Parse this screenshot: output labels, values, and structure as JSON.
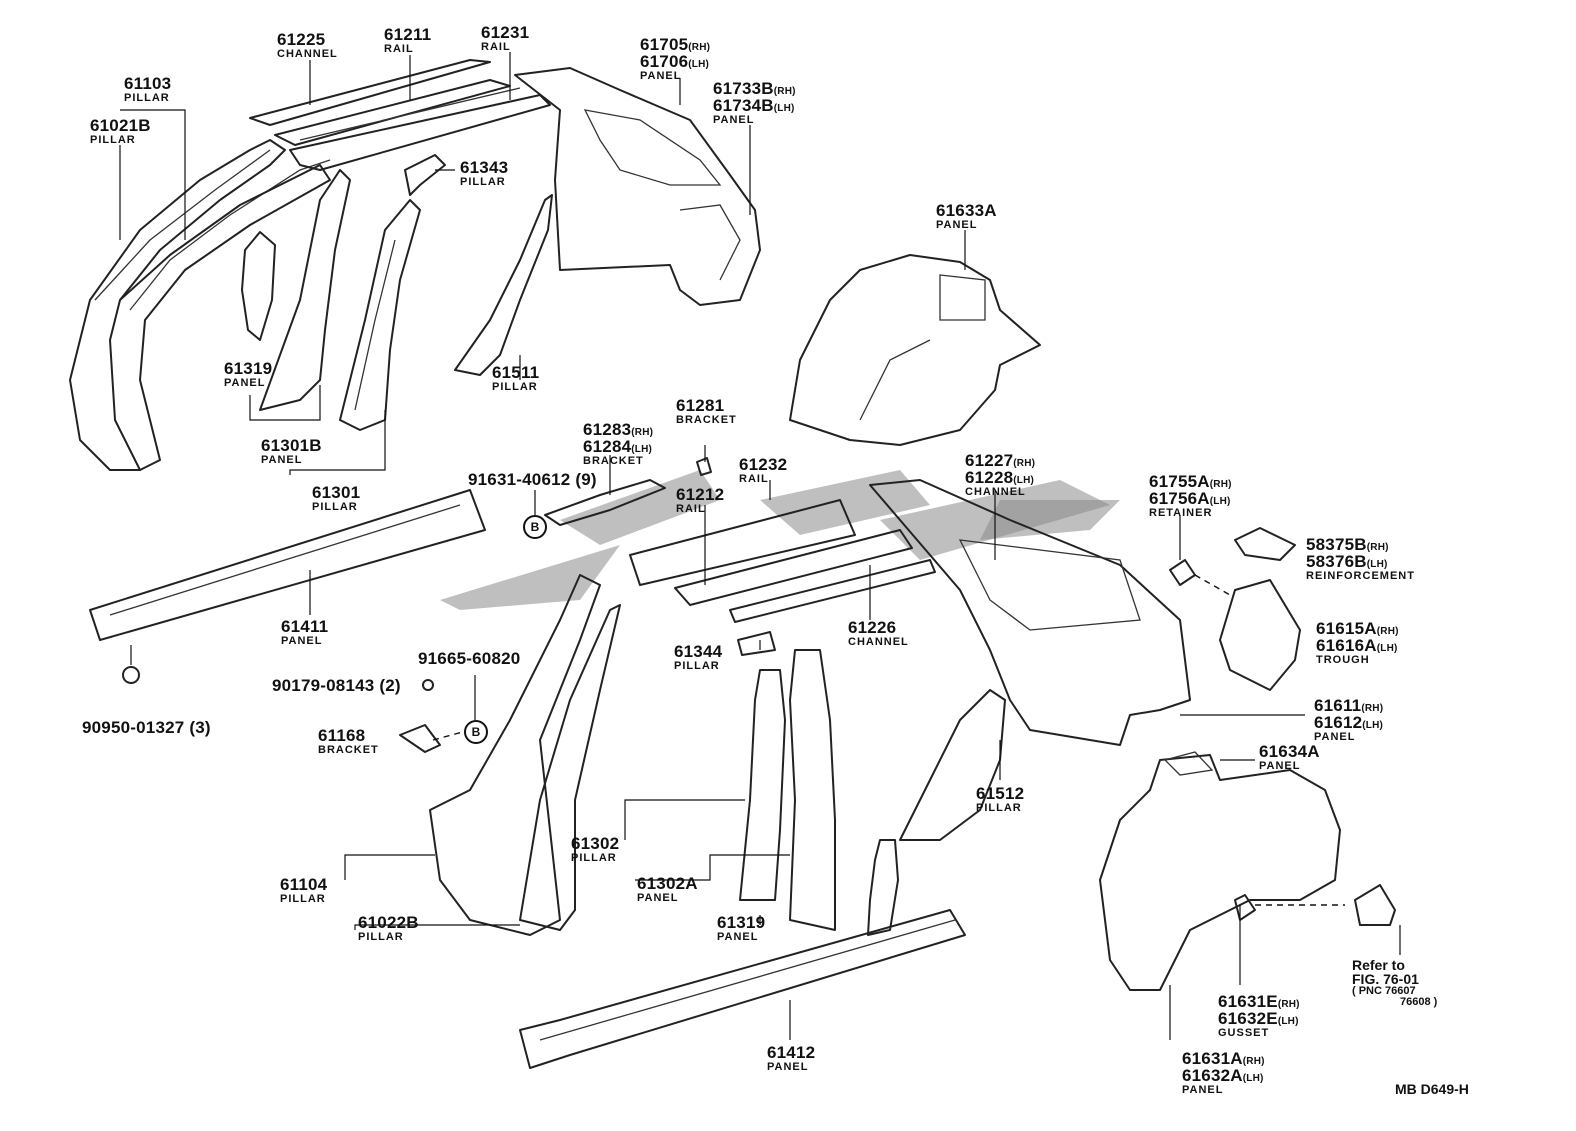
{
  "labels": [
    {
      "id": "l1",
      "num": "61225",
      "name": "CHANNEL"
    },
    {
      "id": "l2",
      "num": "61211",
      "name": "RAIL"
    },
    {
      "id": "l3",
      "num": "61231",
      "name": "RAIL"
    },
    {
      "id": "l4",
      "num1": "61705",
      "tag1": "(RH)",
      "num2": "61706",
      "tag2": "(LH)",
      "name": "PANEL"
    },
    {
      "id": "l5",
      "num1": "61733B",
      "tag1": "(RH)",
      "num2": "61734B",
      "tag2": "(LH)",
      "name": "PANEL"
    },
    {
      "id": "l6",
      "num": "61103",
      "name": "PILLAR"
    },
    {
      "id": "l7",
      "num": "61021B",
      "name": "PILLAR"
    },
    {
      "id": "l8",
      "num": "61343",
      "name": "PILLAR"
    },
    {
      "id": "l9",
      "num": "61633A",
      "name": "PANEL"
    },
    {
      "id": "l10",
      "num": "61319",
      "name": "PANEL"
    },
    {
      "id": "l11",
      "num": "61511",
      "name": "PILLAR"
    },
    {
      "id": "l12",
      "num": "61301B",
      "name": "PANEL"
    },
    {
      "id": "l13",
      "num": "61301",
      "name": "PILLAR"
    },
    {
      "id": "l14",
      "num": "61281",
      "name": "BRACKET"
    },
    {
      "id": "l15",
      "num1": "61283",
      "tag1": "(RH)",
      "num2": "61284",
      "tag2": "(LH)",
      "name": "BRACKET"
    },
    {
      "id": "l16",
      "num": "61232",
      "name": "RAIL"
    },
    {
      "id": "l17",
      "num1": "61227",
      "tag1": "(RH)",
      "num2": "61228",
      "tag2": "(LH)",
      "name": "CHANNEL"
    },
    {
      "id": "l18",
      "num": "91631-40612 (9)"
    },
    {
      "id": "l19",
      "num": "61212",
      "name": "RAIL"
    },
    {
      "id": "l20",
      "num1": "61755A",
      "tag1": "(RH)",
      "num2": "61756A",
      "tag2": "(LH)",
      "name": "RETAINER"
    },
    {
      "id": "l21",
      "num1": "58375B",
      "tag1": "(RH)",
      "num2": "58376B",
      "tag2": "(LH)",
      "name": "REINFORCEMENT"
    },
    {
      "id": "l22",
      "num": "61411",
      "name": "PANEL"
    },
    {
      "id": "l23",
      "num": "61226",
      "name": "CHANNEL"
    },
    {
      "id": "l24",
      "num1": "61615A",
      "tag1": "(RH)",
      "num2": "61616A",
      "tag2": "(LH)",
      "name": "TROUGH"
    },
    {
      "id": "l25",
      "num": "61344",
      "name": "PILLAR"
    },
    {
      "id": "l26",
      "num": "91665-60820"
    },
    {
      "id": "l27",
      "num": "90179-08143 (2)"
    },
    {
      "id": "l28",
      "num1": "61611",
      "tag1": "(RH)",
      "num2": "61612",
      "tag2": "(LH)",
      "name": "PANEL"
    },
    {
      "id": "l29",
      "num": "90950-01327 (3)"
    },
    {
      "id": "l30",
      "num": "61168",
      "name": "BRACKET"
    },
    {
      "id": "l31",
      "num": "61634A",
      "name": "PANEL"
    },
    {
      "id": "l32",
      "num": "61512",
      "name": "PILLAR"
    },
    {
      "id": "l33",
      "num": "61302",
      "name": "PILLAR"
    },
    {
      "id": "l34",
      "num": "61104",
      "name": "PILLAR"
    },
    {
      "id": "l35",
      "num": "61302A",
      "name": "PANEL"
    },
    {
      "id": "l36",
      "num": "61022B",
      "name": "PILLAR"
    },
    {
      "id": "l37",
      "num": "61319",
      "name": "PANEL"
    },
    {
      "id": "l38",
      "num1": "61631E",
      "tag1": "(RH)",
      "num2": "61632E",
      "tag2": "(LH)",
      "name": "GUSSET"
    },
    {
      "id": "l39",
      "num": "61412",
      "name": "PANEL"
    },
    {
      "id": "l40",
      "num1": "61631A",
      "tag1": "(RH)",
      "num2": "61632A",
      "tag2": "(LH)",
      "name": "PANEL"
    }
  ],
  "bolt_marks": [
    "B",
    "B"
  ],
  "reference": {
    "line1": "Refer to",
    "line2": "FIG. 76-01",
    "line3": "( PNC 76607",
    "line4": "76608 )"
  },
  "diagram_code": "MB D649-H",
  "colors": {
    "line": "#222222",
    "watermark": "#8a8a8a",
    "background": "#ffffff"
  }
}
